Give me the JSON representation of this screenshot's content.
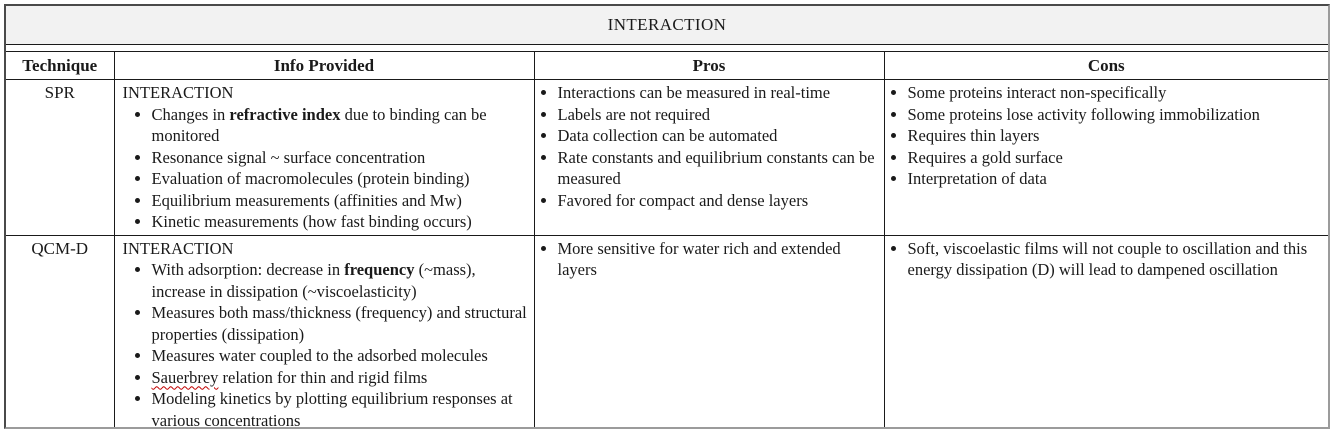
{
  "table": {
    "title": "INTERACTION",
    "columns": [
      "Technique",
      "Info Provided",
      "Pros",
      "Cons"
    ],
    "rows": [
      {
        "technique": "SPR",
        "info_heading": "INTERACTION",
        "info": [
          [
            {
              "t": "Changes in "
            },
            {
              "t": "refractive index",
              "bold": true
            },
            {
              "t": " due to binding can be monitored"
            }
          ],
          [
            {
              "t": "Resonance signal ~ surface concentration"
            }
          ],
          [
            {
              "t": "Evaluation of macromolecules (protein binding)"
            }
          ],
          [
            {
              "t": "Equilibrium measurements (affinities and Mw)"
            }
          ],
          [
            {
              "t": "Kinetic measurements (how fast binding occurs)"
            }
          ]
        ],
        "pros": [
          "Interactions can be measured in real-time",
          "Labels are not required",
          "Data collection can be automated",
          "Rate constants and equilibrium constants can be measured",
          "Favored for compact and dense layers"
        ],
        "cons": [
          "Some proteins interact non-specifically",
          "Some proteins lose activity following immobilization",
          "Requires thin layers",
          "Requires a gold surface",
          "Interpretation of data"
        ]
      },
      {
        "technique": "QCM-D",
        "info_heading": "INTERACTION",
        "info": [
          [
            {
              "t": "With adsorption: decrease in "
            },
            {
              "t": "frequency",
              "bold": true
            },
            {
              "t": " (~mass), increase in dissipation (~viscoelasticity)"
            }
          ],
          [
            {
              "t": "Measures both mass/thickness (frequency) and structural properties (dissipation)"
            }
          ],
          [
            {
              "t": "Measures water coupled to the adsorbed molecules"
            }
          ],
          [
            {
              "t": "Sauerbrey",
              "squiggle": true
            },
            {
              "t": " relation for thin and rigid films"
            }
          ],
          [
            {
              "t": "Modeling kinetics by plotting equilibrium responses at various concentrations"
            }
          ]
        ],
        "pros": [
          "More sensitive for water rich and extended layers"
        ],
        "cons": [
          "Soft, viscoelastic films will not couple to oscillation and this energy dissipation (D) will lead to dampened oscillation"
        ]
      }
    ]
  },
  "colors": {
    "title_background": "#f2f2f2",
    "inner_border": "#1a1a1a",
    "frame_border_dark": "#4a4a4a",
    "frame_border_light": "#9b9b9b",
    "spellcheck_squiggle": "#c00000"
  }
}
